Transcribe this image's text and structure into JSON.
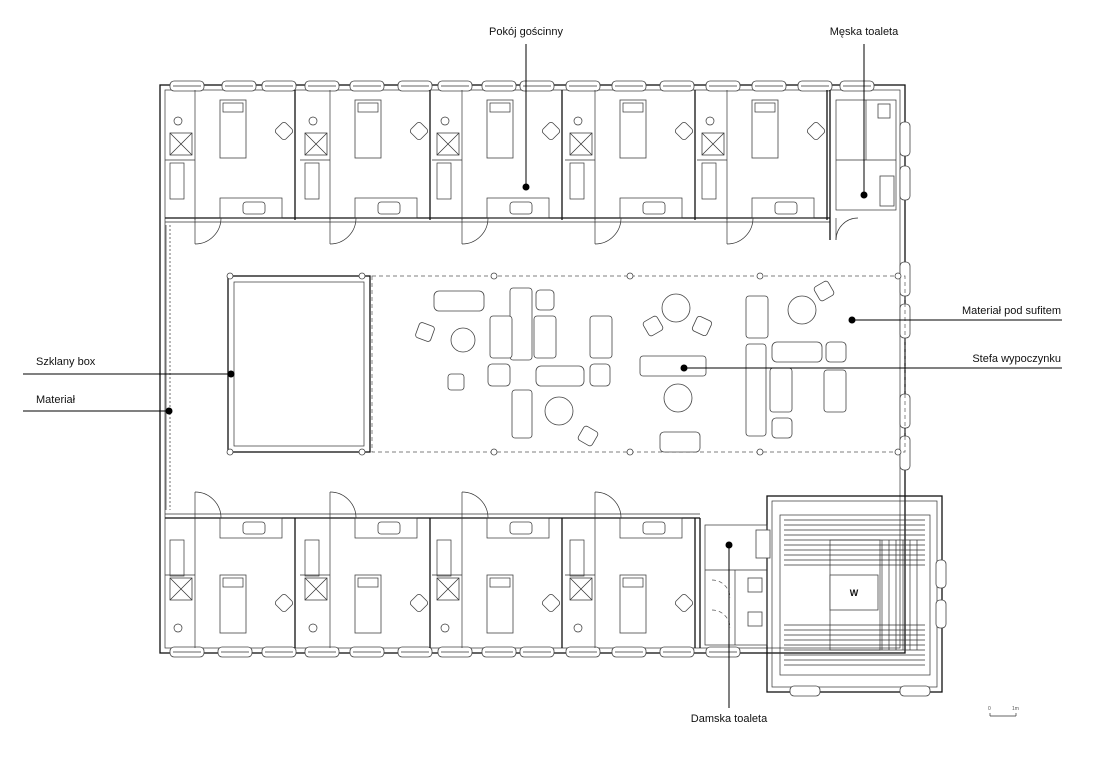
{
  "labels": {
    "guest_room": "Pokój gościnny",
    "mens_toilet": "Męska toaleta",
    "ceiling_material": "Materiał pod sufitem",
    "glass_box": "Szklany box",
    "lounge_zone": "Stefa wypoczynku",
    "material": "Materiał",
    "womens_toilet": "Damska toaleta",
    "stair_mark": "W"
  },
  "scale": {
    "start": "0",
    "end": "1m"
  },
  "colors": {
    "line": "#111111",
    "background": "#ffffff"
  }
}
